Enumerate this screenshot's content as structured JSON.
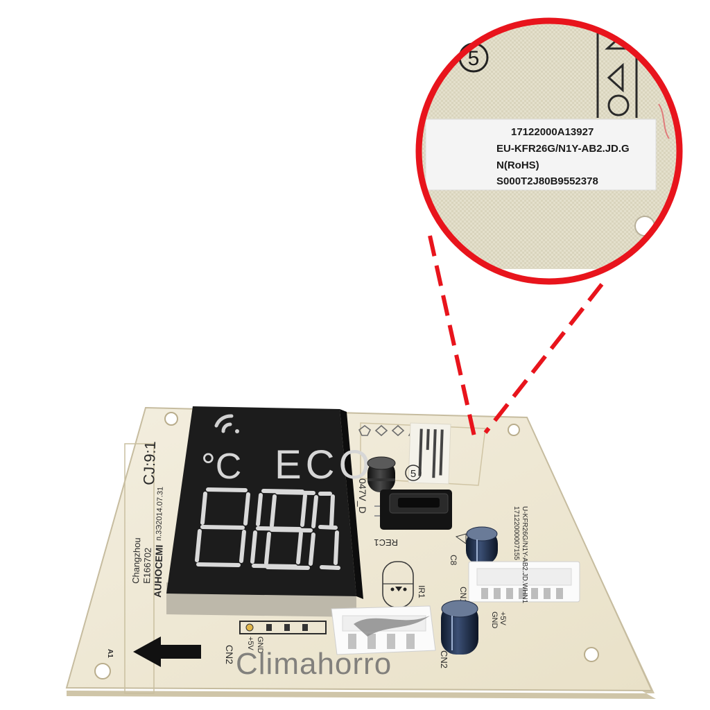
{
  "zoom_label": {
    "line1": "17122000A13927",
    "line2": "EU-KFR26G/N1Y-AB2.JD.G",
    "line3": "N(RoHS)",
    "line4": "S000T2J80B9552378",
    "circled_number": "5"
  },
  "display": {
    "symbol_celsius": "°C",
    "word": "ECO"
  },
  "silkscreen": {
    "model_code": "CJ:9:1",
    "maker": "AUHOCEMI",
    "cert": "E166702",
    "city": "Changzhou",
    "date_code": "п.3Э2014.07.31",
    "rec": "REC1",
    "ir": "IR1",
    "cn1": "CN1",
    "cn2": "CN2",
    "cn2_side": "CN2",
    "gnd": "GND",
    "plus5v": "+5V",
    "c8": "C8",
    "cap_value": "047V_D",
    "circled_number": "5",
    "a1": "A1",
    "side_code_1": "17122000007155",
    "side_code_2": "U-KFR26G/N1Y-AB2.JD.WHN1"
  },
  "watermark": {
    "text": "Climahorro"
  },
  "colors": {
    "board": "#f0ead8",
    "board_edge": "#c9bfa5",
    "display": "#1c1c1c",
    "callout_red": "#e8141c",
    "label_bg": "#f4f4f4"
  }
}
